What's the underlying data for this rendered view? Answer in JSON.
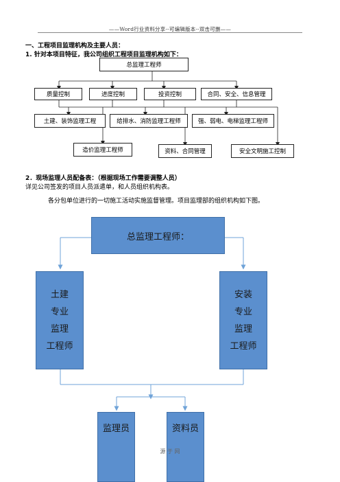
{
  "header": {
    "text": "——Word行业资料分享--可编辑版本--双击可删——"
  },
  "section1": {
    "heading": "一、工程项目监理机构及主要人员：",
    "item1": "1.      针对本项目特征，我公司组织工程项目监理机构如下："
  },
  "chart1": {
    "top": "总监理工程师",
    "row1": [
      "质量控制",
      "进度控制",
      "投资控制",
      "合同、安全、信息管理"
    ],
    "row2": [
      "土建、装饰监理工程",
      "给排水、消防监理工程师",
      "强、弱电、电梯监理工程师"
    ],
    "row3": [
      "造价监理工程师",
      "资料、合同管理",
      "安全文明施工控制"
    ]
  },
  "section2": {
    "heading": "2．现场监理人员配备表：（根据现场工作需要调整人员）",
    "line1": "详见公司签发的项目人员派遣单，和人员组织机构表。",
    "line2": "各分包单位进行的一切施工活动实施监督管理。项目监理部的组织机构如下图。"
  },
  "chart2": {
    "top": "总监理工程师：",
    "left": [
      "土建",
      "专业",
      "监理",
      "工程师"
    ],
    "right": [
      "安装",
      "专业",
      "监理",
      "工程师"
    ],
    "bottom_left": "监理员",
    "bottom_right": "资料员",
    "fill_color": "#5b8fce",
    "arrow_color": "#6fa3d8"
  },
  "footer": {
    "text": "源  于  网"
  }
}
